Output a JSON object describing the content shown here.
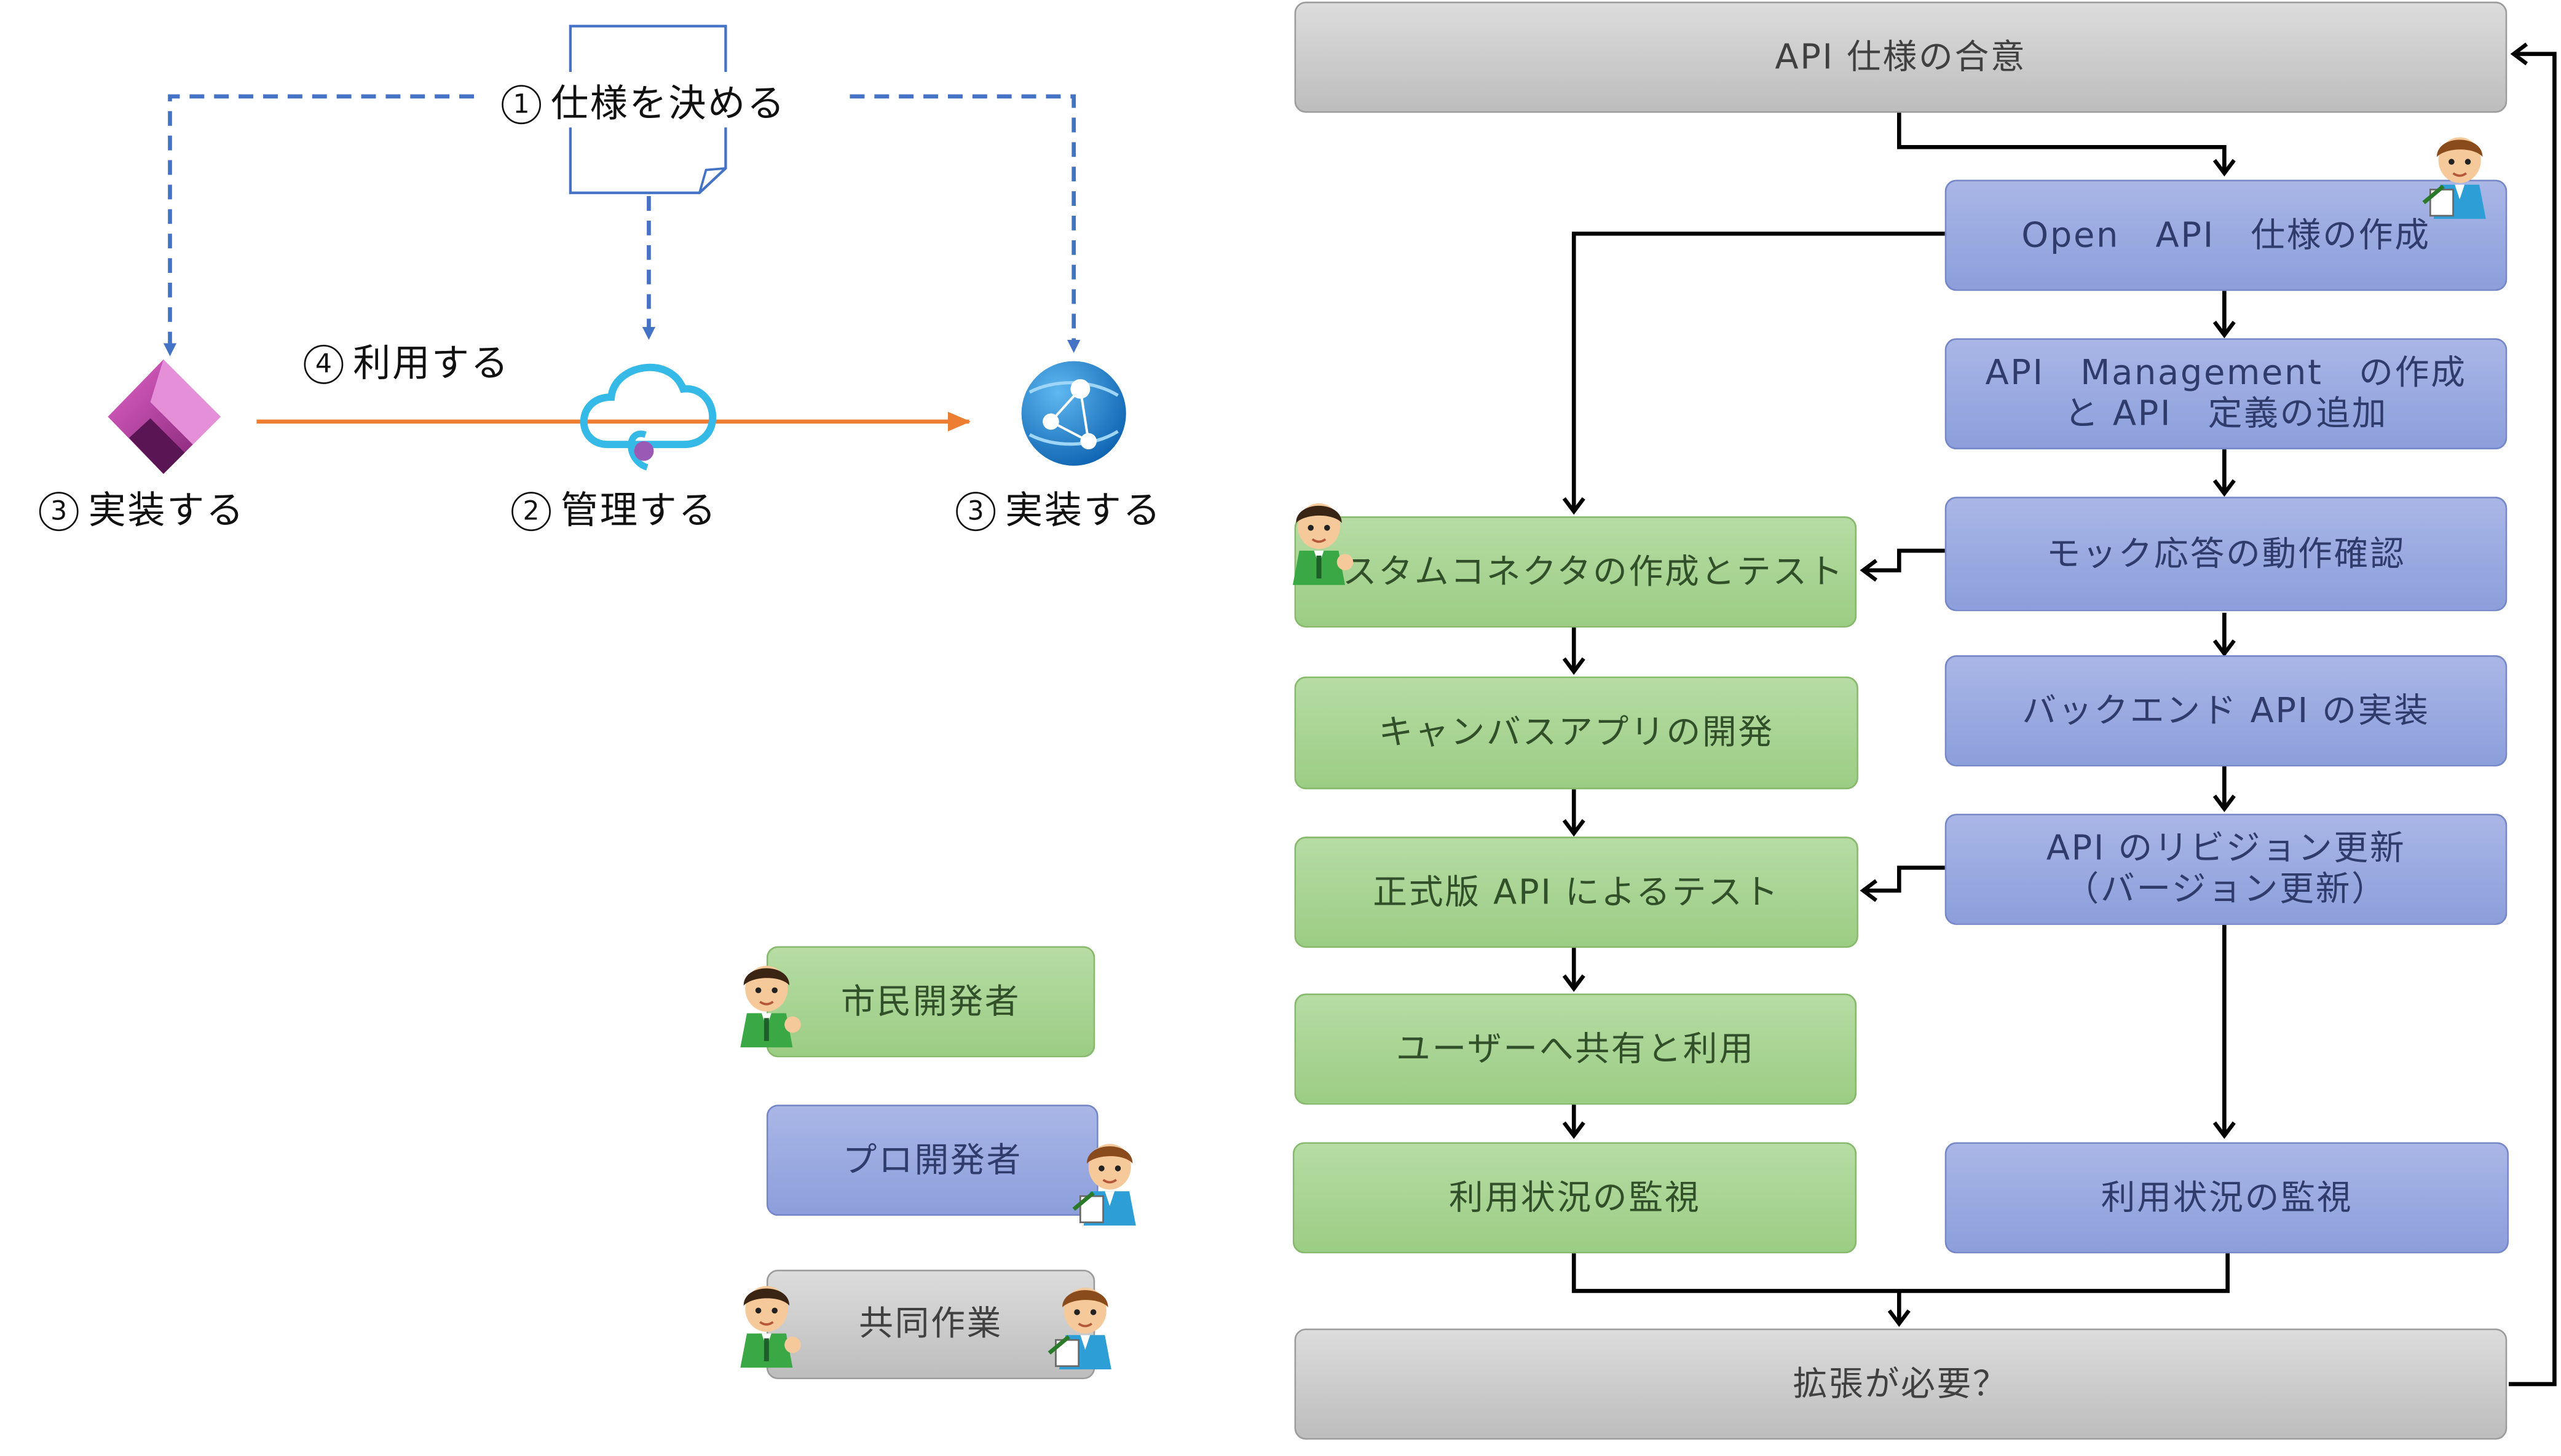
{
  "left_diagram": {
    "spec_label": "仕様を決める",
    "spec_num": "1",
    "use_label": "利用する",
    "use_num": "4",
    "implement_left_label": "実装する",
    "implement_left_num": "3",
    "manage_label": "管理する",
    "manage_num": "2",
    "implement_right_label": "実装する",
    "implement_right_num": "3",
    "icons": [
      "document-icon",
      "power-apps-icon",
      "api-management-icon",
      "app-service-icon"
    ]
  },
  "legend": {
    "citizen": "市民開発者",
    "pro": "プロ開発者",
    "joint": "共同作業"
  },
  "flow": {
    "agree": "API 仕様の合意",
    "openapi": "Open　API　仕様の作成",
    "apim": "API　Management　の作成と API　定義の追加",
    "mock": "モック応答の動作確認",
    "backend": "バックエンド API の実装",
    "revision": "API のリビジョン更新（バージョン更新）",
    "connector": "カスタムコネクタの作成とテスト",
    "canvas": "キャンバスアプリの開発",
    "prodtest": "正式版 API によるテスト",
    "share": "ユーザーへ共有と利用",
    "monitor_green": "利用状況の監視",
    "monitor_blue": "利用状況の監視",
    "extend": "拡張が必要？"
  },
  "colors": {
    "citizen": "#9ccd84",
    "pro": "#8c9fdc",
    "joint": "#c8c8c8",
    "dashed": "#4472c4",
    "use_arrow": "#ed7d31"
  }
}
